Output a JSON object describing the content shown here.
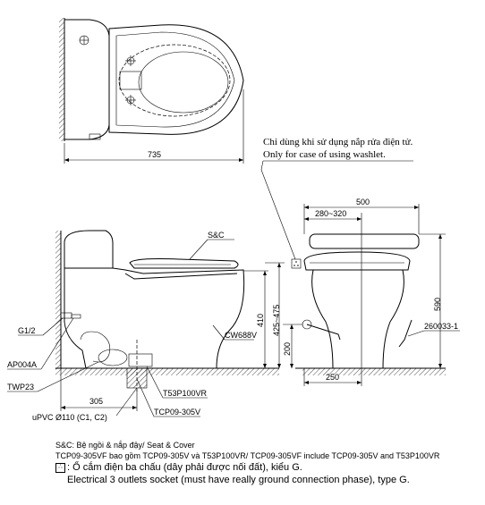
{
  "top_view": {
    "width_dim": "735"
  },
  "washlet_note": {
    "vi": "Chỉ dùng khi sử dụng nắp rửa điện tử.",
    "en": "Only for case of using washlet."
  },
  "side_view": {
    "labels": {
      "seat": "S&C",
      "inlet": "G1/2",
      "angle_valve": "AP004A",
      "flange": "TWP23",
      "drain_pipe": "uPVC Ø110 (C1, C2)",
      "adaptor": "T53P100VR",
      "bowl_part": "TCP09-305V",
      "tank": "CW688V"
    },
    "dims": {
      "rough_in": "305",
      "height_410": "410",
      "height_range": "425~475"
    }
  },
  "front_view": {
    "labels": {
      "hose": "260033-1"
    },
    "dims": {
      "width_500": "500",
      "offset": "280~320",
      "height_590": "590",
      "outlet_h": "200",
      "base_250": "250"
    }
  },
  "notes": {
    "line1": "S&C: Bệ ngồi & nắp đậy/ Seat & Cover",
    "line2": "TCP09-305VF bao gồm TCP09-305V và T53P100VR/ TCP09-305VF include TCP09-305V and T53P100VR",
    "line3": ": Ổ cắm điện ba chấu (dây phải được nối đất), kiểu G.",
    "line4": "Electrical 3 outlets socket (must have really ground connection phase), type G.",
    "socket_symbol": "∴"
  }
}
